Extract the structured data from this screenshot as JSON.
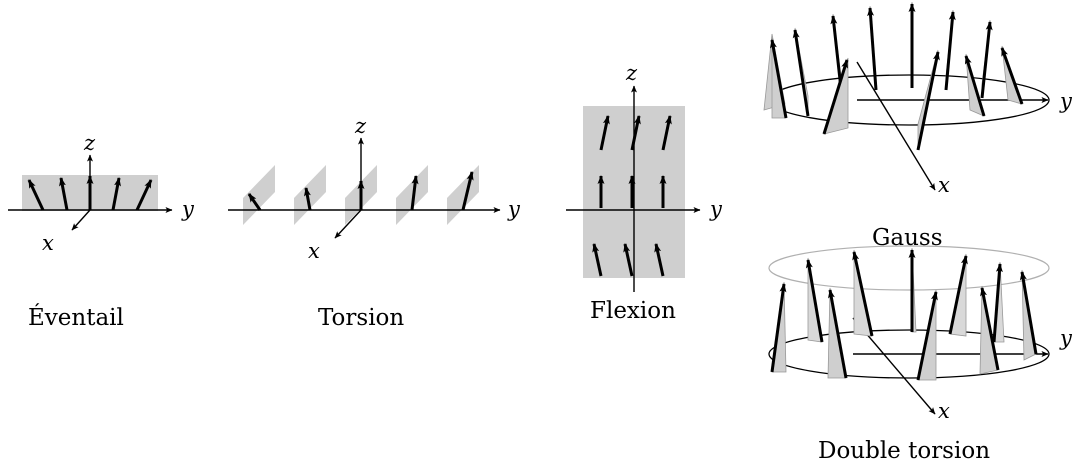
{
  "diagrams": [
    {
      "key": "eventail",
      "caption": "Éventail",
      "axes": [
        "x",
        "y",
        "z"
      ]
    },
    {
      "key": "torsion",
      "caption": "Torsion",
      "axes": [
        "x",
        "y",
        "z"
      ]
    },
    {
      "key": "flexion",
      "caption": "Flexion",
      "axes": [
        "y",
        "z"
      ]
    },
    {
      "key": "gauss",
      "caption": "Gauss",
      "axes": [
        "x",
        "y"
      ]
    },
    {
      "key": "double_torsion",
      "caption": "Double torsion",
      "axes": [
        "x",
        "y"
      ]
    }
  ],
  "colors": {
    "shade": "#cfcfcf",
    "shade_light": "#d9d9d9",
    "ink": "#000000",
    "faint": "#b0b0b0"
  }
}
